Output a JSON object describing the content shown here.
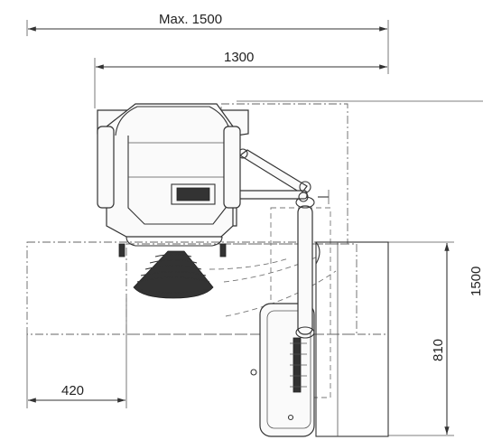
{
  "dimensions": {
    "max_width": "Max. 1500",
    "width": "1300",
    "side_width": "1500",
    "depth": "810",
    "offset": "420"
  }
}
